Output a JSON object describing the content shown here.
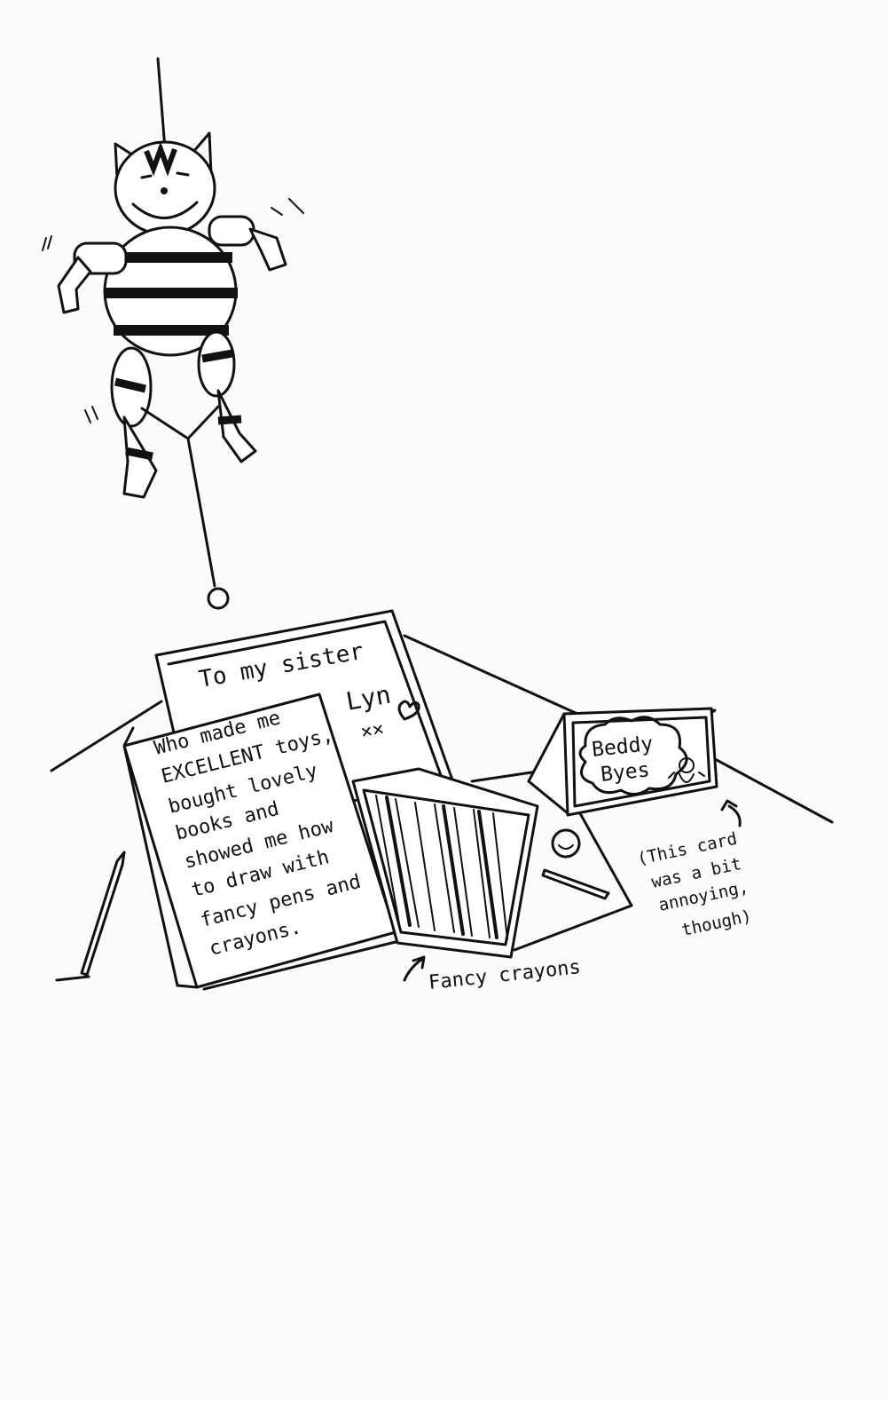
{
  "book_cover": {
    "title": "To my sister",
    "name": "Lyn",
    "kisses": "××"
  },
  "book_page": {
    "lines": [
      "Who made me",
      "EXCELLENT toys,",
      "bought lovely",
      "books and",
      "showed me how",
      "to draw with",
      "fancy pens and",
      "crayons."
    ]
  },
  "card": {
    "line1": "Beddy",
    "line2": "Byes"
  },
  "card_note": {
    "lines": [
      "(This card",
      "was a bit",
      "annoying,",
      "though)"
    ]
  },
  "crayons_label": "Fancy crayons"
}
